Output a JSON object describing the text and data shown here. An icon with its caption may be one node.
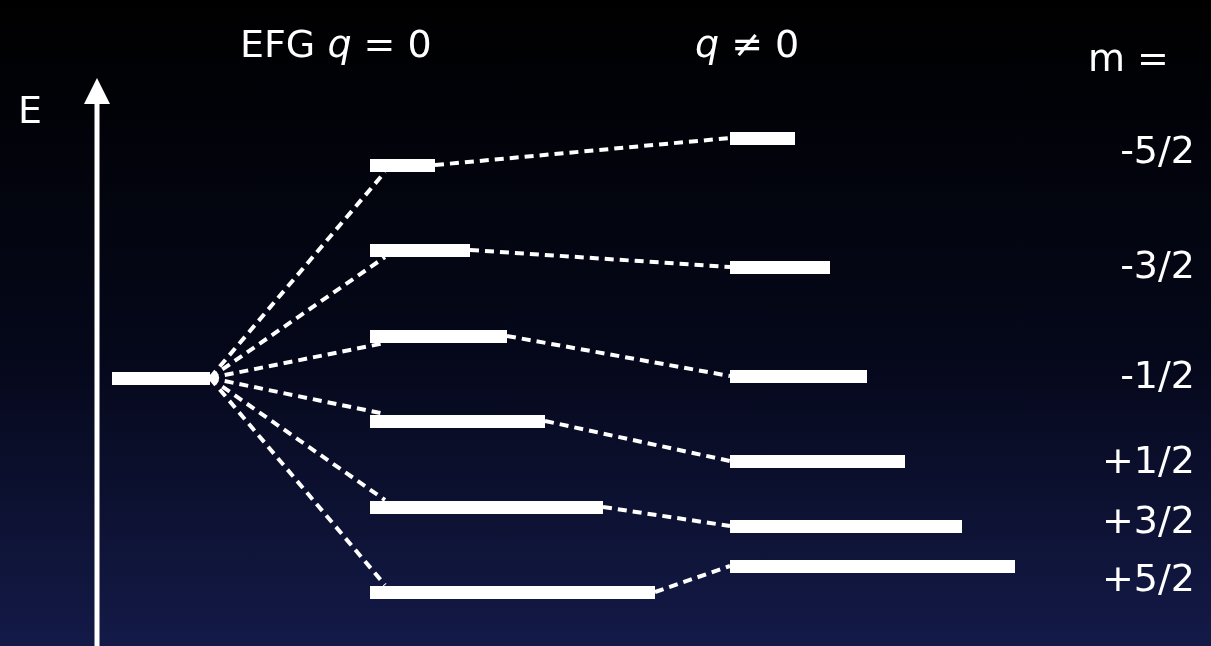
{
  "diagram": {
    "nodes": [
      {
        "text": [],
        "shape": "bar"
      },
      {
        "text": [],
        "shape": "bar"
      },
      {
        "text": [],
        "shape": "bar"
      },
      {
        "text": [],
        "shape": "bar"
      },
      {
        "text": [],
        "shape": "bar"
      },
      {
        "text": [],
        "shape": "bar"
      },
      {
        "text": [],
        "shape": "bar"
      },
      {
        "text": [],
        "shape": "bar"
      },
      {
        "text": [],
        "shape": "bar"
      },
      {
        "text": [],
        "shape": "bar"
      },
      {
        "text": [],
        "shape": "bar"
      },
      {
        "text": [],
        "shape": "bar"
      },
      {
        "text": [],
        "shape": "bar"
      }
    ],
    "edges": [
      {
        "from": 0,
        "to": 1,
        "arrow": "none",
        "style": "dashed"
      },
      {
        "from": 0,
        "to": 2,
        "arrow": "none",
        "style": "dashed"
      },
      {
        "from": 0,
        "to": 3,
        "arrow": "none",
        "style": "dashed"
      },
      {
        "from": 0,
        "to": 4,
        "arrow": "none",
        "style": "dashed"
      },
      {
        "from": 0,
        "to": 5,
        "arrow": "none",
        "style": "dashed"
      },
      {
        "from": 0,
        "to": 6,
        "arrow": "none",
        "style": "dashed"
      },
      {
        "from": 1,
        "to": 7,
        "arrow": "none",
        "style": "dashed"
      },
      {
        "from": 2,
        "to": 8,
        "arrow": "none",
        "style": "dashed"
      },
      {
        "from": 3,
        "to": 9,
        "arrow": "none",
        "style": "dashed"
      },
      {
        "from": 4,
        "to": 10,
        "arrow": "none",
        "style": "dashed"
      },
      {
        "from": 5,
        "to": 11,
        "arrow": "none",
        "style": "dashed"
      },
      {
        "from": 6,
        "to": 12,
        "arrow": "none",
        "style": "dashed"
      }
    ],
    "labels": [
      "EFG *q* = 0",
      "*q* ≠ 0",
      "m =",
      "E",
      "-5/2",
      "-3/2",
      "-1/2",
      "+1/2",
      "+3/2",
      "+5/2"
    ]
  }
}
